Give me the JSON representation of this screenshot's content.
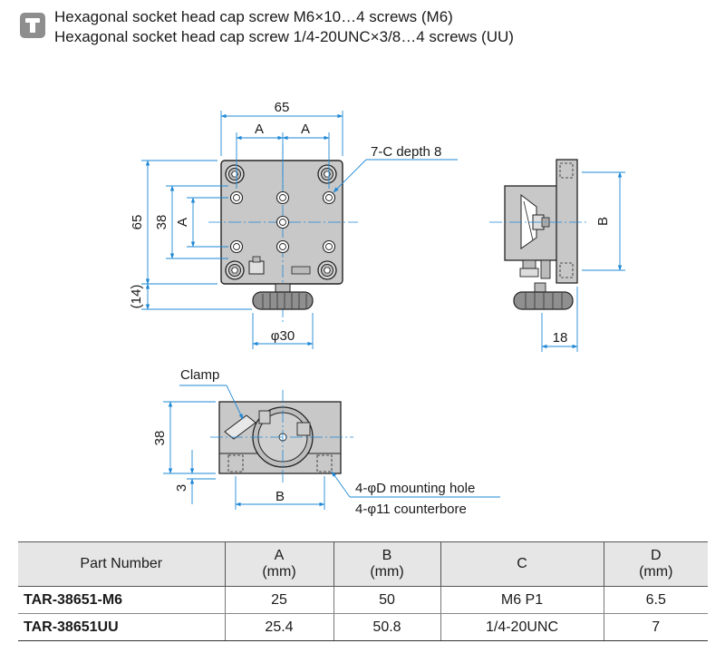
{
  "header": {
    "icon": "screw-icon",
    "line1": "Hexagonal socket head cap screw M6×10…4 screws (M6)",
    "line2": "Hexagonal socket head cap screw 1/4-20UNC×3/8…4 screws (UU)"
  },
  "front_view": {
    "dim_width": "65",
    "dim_a_left": "A",
    "dim_a_right": "A",
    "dim_height": "65",
    "dim_hole_span": "38",
    "dim_a_vertical": "A",
    "dim_knob_offset": "(14)",
    "dim_knob_dia": "φ30",
    "callout_holes": "7-C depth 8"
  },
  "side_view": {
    "dim_b": "B",
    "dim_thickness": "18"
  },
  "bottom_view": {
    "clamp_label": "Clamp",
    "dim_height": "38",
    "dim_step": "3",
    "dim_b": "B",
    "callout_mount": "4-φD mounting hole",
    "callout_counterbore": "4-φ11 counterbore"
  },
  "table": {
    "headers": [
      {
        "main": "Part Number",
        "unit": ""
      },
      {
        "main": "A",
        "unit": "(mm)"
      },
      {
        "main": "B",
        "unit": "(mm)"
      },
      {
        "main": "C",
        "unit": ""
      },
      {
        "main": "D",
        "unit": "(mm)"
      }
    ],
    "rows": [
      [
        "TAR-38651-M6",
        "25",
        "50",
        "M6 P1",
        "6.5"
      ],
      [
        "TAR-38651UU",
        "25.4",
        "50.8",
        "1/4-20UNC",
        "7"
      ]
    ]
  },
  "colors": {
    "dimension_line": "#1e88d6",
    "body_fill": "#c8c8c8",
    "table_header": "#e6e6e6"
  }
}
